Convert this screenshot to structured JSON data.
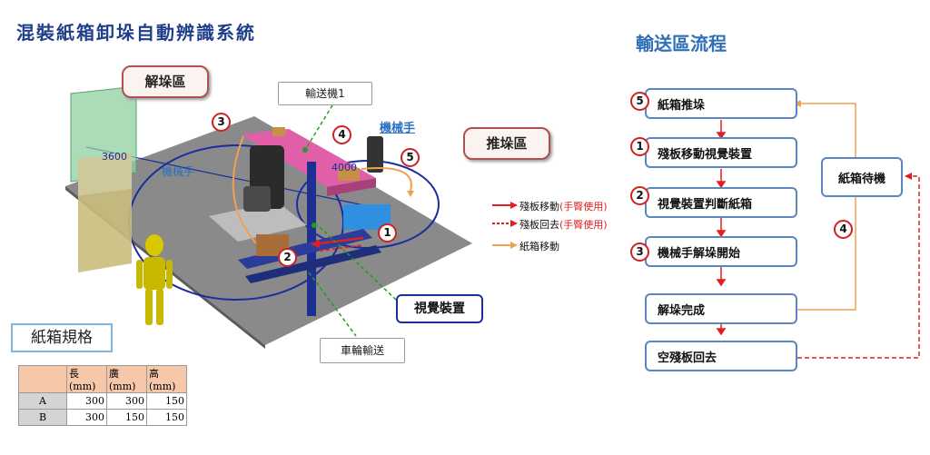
{
  "title": "混裝紙箱卸垛自動辨識系統",
  "zones": {
    "depal": "解垛區",
    "push": "推垛區"
  },
  "labels": {
    "conveyor": "輸送機1",
    "wheel_conveyor": "車輪輸送",
    "vision": "視覺裝置",
    "robot": "機械手",
    "robot_faint": "機械手",
    "dim_3600": "3600",
    "dim_4000": "4000"
  },
  "circled_numbers": [
    "1",
    "2",
    "3",
    "4",
    "5"
  ],
  "legend": {
    "items": [
      {
        "text": "殘板移動",
        "red_text": "(手臀使用)",
        "style": "solid-red"
      },
      {
        "text": "殘板回去",
        "red_text": "(手臀使用)",
        "style": "dashed-red"
      },
      {
        "text": "紙箱移動",
        "red_text": "",
        "style": "solid-orange"
      }
    ]
  },
  "flow": {
    "title": "輸送區流程",
    "steps": [
      {
        "num": "5",
        "label": "紙箱推垛"
      },
      {
        "num": "1",
        "label": "殘板移動視覺裝置"
      },
      {
        "num": "2",
        "label": "視覺裝置判斷紙箱"
      },
      {
        "num": "3",
        "label": "機械手解垛開始"
      },
      {
        "num": "",
        "label": "解垛完成"
      },
      {
        "num": "",
        "label": "空殘板回去"
      }
    ],
    "side": {
      "label": "紙箱待機",
      "num": "4"
    }
  },
  "spec": {
    "title": "紙箱規格",
    "headers": [
      "",
      "長(mm)",
      "廣(mm)",
      "高(mm)"
    ],
    "rows": [
      {
        "name": "A",
        "values": [
          "300",
          "300",
          "150"
        ]
      },
      {
        "name": "B",
        "values": [
          "300",
          "150",
          "150"
        ]
      }
    ]
  },
  "colors": {
    "flow_border": "#5c86c0",
    "red_arrow": "#e02020",
    "orange_arrow": "#f0a050",
    "title_blue": "#1f3f8a"
  }
}
